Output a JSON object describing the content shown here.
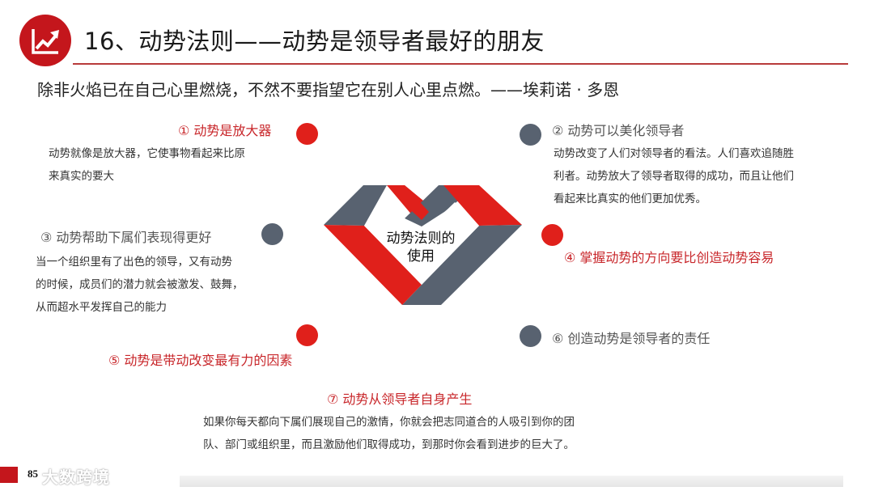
{
  "header": {
    "icon": "trending-chart-icon",
    "title": "16、动势法则——动势是领导者最好的朋友",
    "quote": "除非火焰已在自己心里燃烧，不然不要指望它在别人心里点燃。——埃莉诺 · 多恩"
  },
  "center": {
    "label_line1": "动势法则的",
    "label_line2": "使用",
    "colors": {
      "red": "#e0201b",
      "gray": "#586270"
    }
  },
  "points": [
    {
      "num": "①",
      "title": "① 动势是放大器",
      "color": "red",
      "body": [
        "动势就像是放大器，它使事物看起来比原",
        "来真实的要大"
      ]
    },
    {
      "num": "②",
      "title": "② 动势可以美化领导者",
      "color": "gray",
      "body": [
        "动势改变了人们对领导者的看法。人们喜欢追随胜",
        "利者。动势放大了领导者取得的成功，而且让他们",
        "看起来比真实的他们更加优秀。"
      ]
    },
    {
      "num": "③",
      "title": "③ 动势帮助下属们表现得更好",
      "color": "gray",
      "body": [
        "当一个组织里有了出色的领导，又有动势",
        "的时候，成员们的潜力就会被激发、鼓舞，",
        "从而超水平发挥自己的能力"
      ]
    },
    {
      "num": "④",
      "title": "④ 掌握动势的方向要比创造动势容易",
      "color": "red",
      "body": []
    },
    {
      "num": "⑤",
      "title": "⑤ 动势是带动改变最有力的因素",
      "color": "red",
      "body": []
    },
    {
      "num": "⑥",
      "title": "⑥ 创造动势是领导者的责任",
      "color": "gray",
      "body": []
    },
    {
      "num": "⑦",
      "title": "⑦ 动势从领导者自身产生",
      "color": "red",
      "body": [
        "如果你每天都向下属们展现自己的激情，你就会把志同道合的人吸引到你的团",
        "队、部门或组织里，而且激励他们取得成功，到那时你会看到进步的巨大了。"
      ]
    }
  ],
  "footer": {
    "page_number": "85",
    "watermark": "大数跨境"
  }
}
